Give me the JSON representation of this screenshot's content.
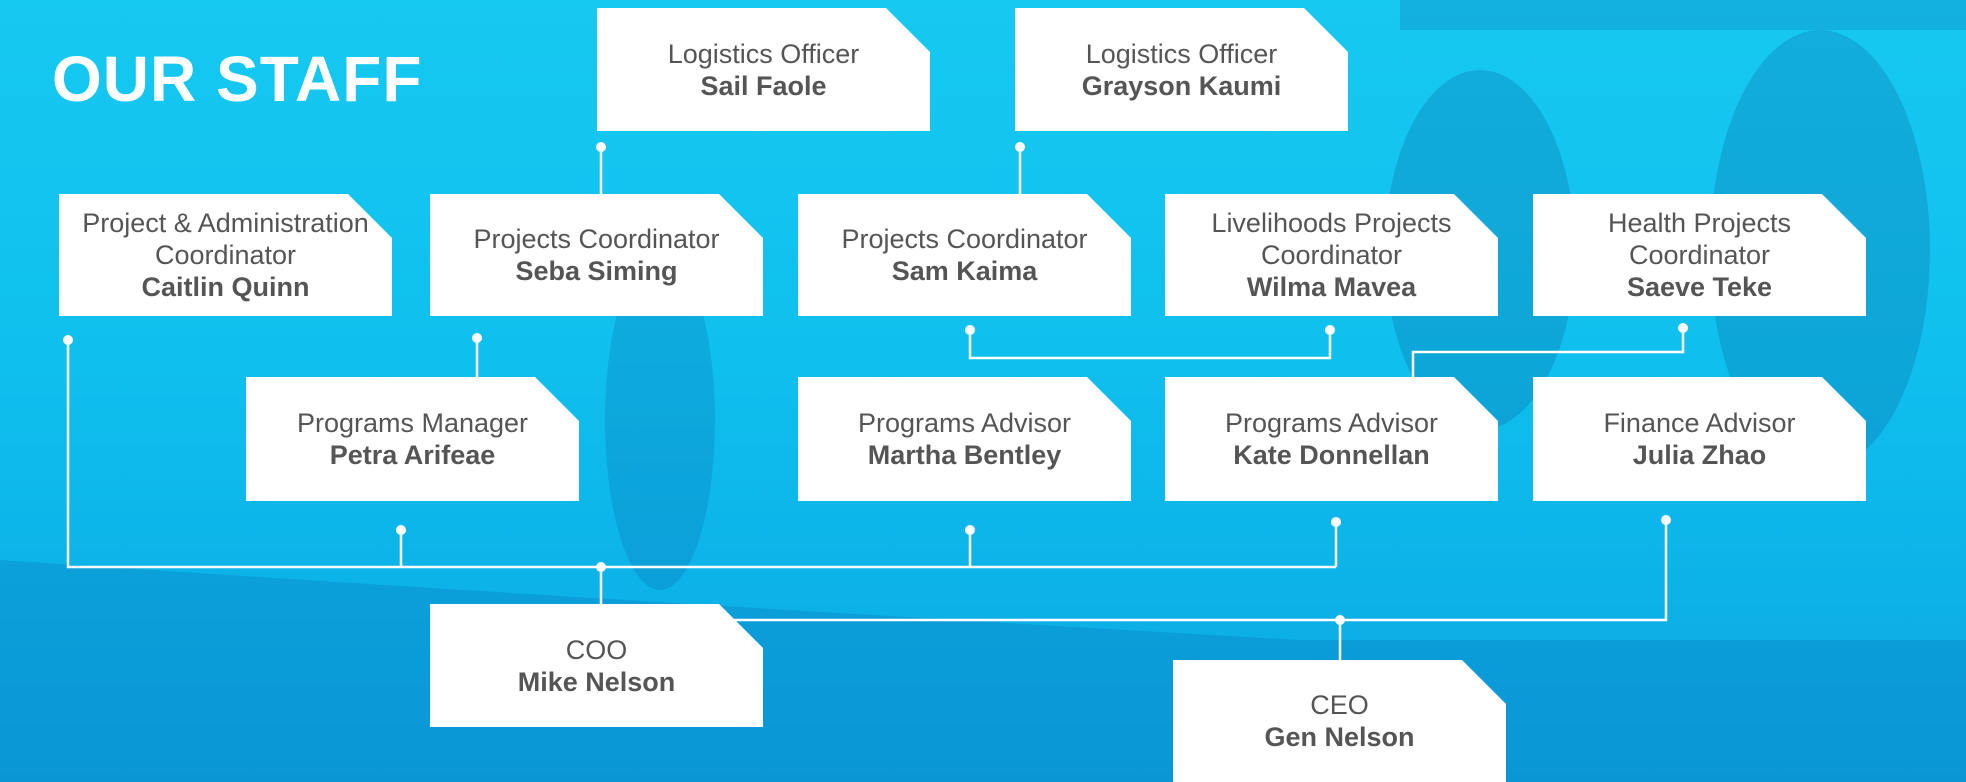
{
  "title": "OUR STAFF",
  "colors": {
    "background": "#12c3ee",
    "card": "#ffffff",
    "text": "#555555",
    "line": "#ffffff"
  },
  "staff": {
    "logistics_officer_1": {
      "role": "Logistics Officer",
      "name": "Sail Faole"
    },
    "logistics_officer_2": {
      "role": "Logistics Officer",
      "name": "Grayson Kaumi"
    },
    "project_admin_coordinator": {
      "role": "Project & Administration\nCoordinator",
      "name": "Caitlin Quinn"
    },
    "projects_coordinator_1": {
      "role": "Projects Coordinator",
      "name": "Seba Siming"
    },
    "projects_coordinator_2": {
      "role": "Projects Coordinator",
      "name": "Sam Kaima"
    },
    "livelihoods_coordinator": {
      "role": "Livelihoods Projects\nCoordinator",
      "name": "Wilma Mavea"
    },
    "health_coordinator": {
      "role": "Health Projects\nCoordinator",
      "name": "Saeve Teke"
    },
    "programs_manager": {
      "role": "Programs Manager",
      "name": "Petra Arifeae"
    },
    "programs_advisor_1": {
      "role": "Programs Advisor",
      "name": "Martha Bentley"
    },
    "programs_advisor_2": {
      "role": "Programs Advisor",
      "name": "Kate Donnellan"
    },
    "finance_advisor": {
      "role": "Finance Advisor",
      "name": "Julia Zhao"
    },
    "coo": {
      "role": "COO",
      "name": "Mike Nelson"
    },
    "ceo": {
      "role": "CEO",
      "name": "Gen Nelson"
    }
  }
}
